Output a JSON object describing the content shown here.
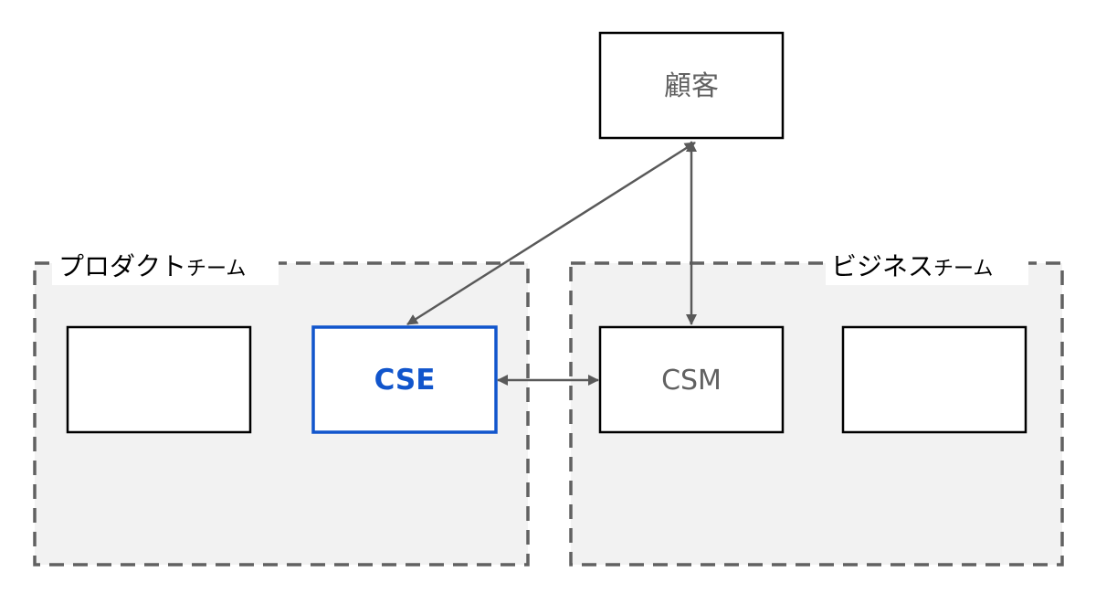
{
  "groups": {
    "product": {
      "title_main": "プロダクト",
      "title_suffix": "チーム"
    },
    "business": {
      "title_main": "ビジネス",
      "title_suffix": "チーム"
    }
  },
  "nodes": {
    "customer": {
      "label": "顧客"
    },
    "cse": {
      "label": "CSE"
    },
    "csm": {
      "label": "CSM"
    },
    "product_blank": {
      "label": ""
    },
    "business_blank": {
      "label": ""
    }
  },
  "colors": {
    "group_fill": "#f2f2f2",
    "group_border": "#616161",
    "node_border": "#000000",
    "node_text": "#616161",
    "highlight": "#1155cc",
    "arrow": "#595959"
  }
}
